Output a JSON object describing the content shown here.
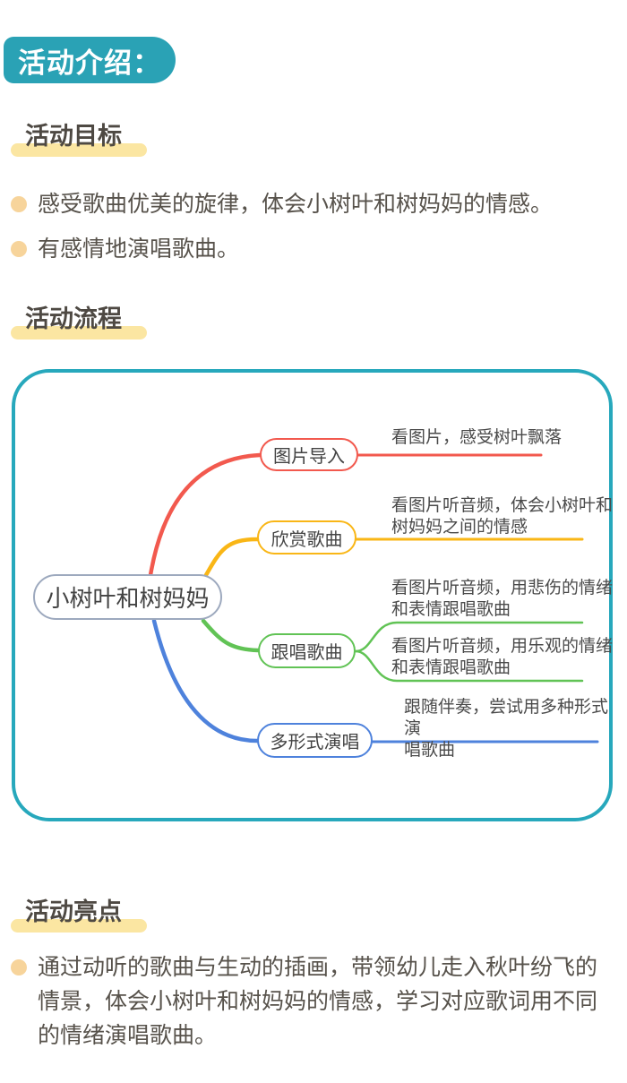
{
  "theme": {
    "teal_badge": "#2AA2B5",
    "panel_border_teal": "#27A8BC",
    "highlight_yellow": "#FBE6A2",
    "bullet_yellow": "#F7D49B",
    "heading_text": "#4E4943",
    "body_text": "#57524B",
    "node_text": "#434343",
    "note_text": "#4A4A4A",
    "root_border": "#9DA9BE"
  },
  "header": {
    "badge": "活动介绍："
  },
  "sections": {
    "goals": {
      "title": "活动目标",
      "items": [
        "感受歌曲优美的旋律，体会小树叶和树妈妈的情感。",
        "有感情地演唱歌曲。"
      ]
    },
    "process": {
      "title": "活动流程"
    },
    "highlights": {
      "title": "活动亮点",
      "items": [
        "通过动听的歌曲与生动的插画，带领幼儿走入秋叶纷飞的\n情景，体会小树叶和树妈妈的情感，学习对应歌词用不同\n的情绪演唱歌曲。"
      ]
    }
  },
  "mindmap": {
    "root": "小树叶和树妈妈",
    "branches": [
      {
        "label": "图片导入",
        "color": "#F2594E",
        "note": "看图片，感受树叶飘落"
      },
      {
        "label": "欣赏歌曲",
        "color": "#F9B616",
        "note": "看图片听音频，体会小树叶和\n树妈妈之间的情感"
      },
      {
        "label": "跟唱歌曲",
        "color": "#61C355",
        "children": [
          {
            "note": "看图片听音频，用悲伤的情绪\n和表情跟唱歌曲"
          },
          {
            "note": "看图片听音频，用乐观的情绪\n和表情跟唱歌曲"
          }
        ]
      },
      {
        "label": "多形式演唱",
        "color": "#4E82DC",
        "note": "跟随伴奏，尝试用多种形式演\n唱歌曲"
      }
    ]
  }
}
